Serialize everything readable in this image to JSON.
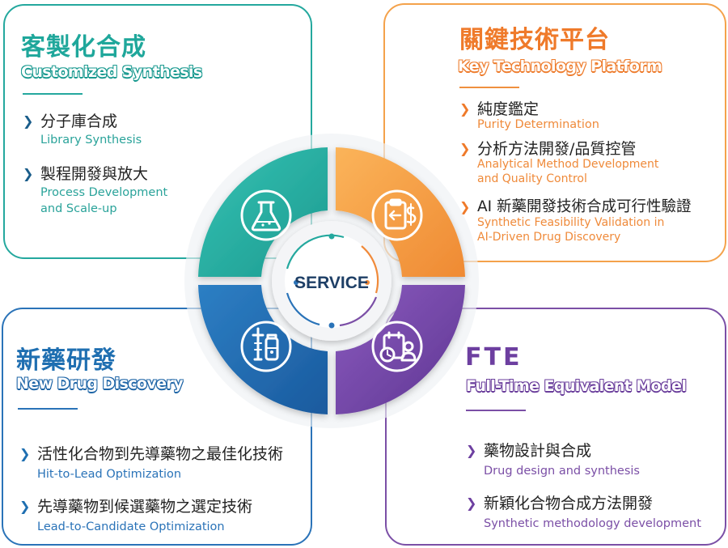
{
  "cards": {
    "customized": {
      "title_zh": "客製化合成",
      "title_en": "Customized Synthesis",
      "items": [
        {
          "zh": "分子庫合成",
          "en": "Library Synthesis"
        },
        {
          "zh": "製程開發與放大",
          "en": "Process Development\nand Scale-up"
        }
      ]
    },
    "platform": {
      "title_zh": "關鍵技術平台",
      "title_en": "Key Technology Platform",
      "items": [
        {
          "zh": "純度鑑定",
          "en": "Purity Determination"
        },
        {
          "zh": "分析方法開發/品質控管",
          "en": "Analytical Method Development\nand Quality Control"
        },
        {
          "zh": "AI 新藥開發技術合成可行性驗證",
          "en": "Synthetic Feasibility Validation in\nAI-Driven Drug Discovery"
        }
      ]
    },
    "discovery": {
      "title_zh": "新藥研發",
      "title_en": "New Drug Discovery",
      "items": [
        {
          "zh": "活性化合物到先導藥物之最佳化技術",
          "en": "Hit-to-Lead Optimization"
        },
        {
          "zh": "先導藥物到候選藥物之選定技術",
          "en": "Lead-to-Candidate Optimization"
        }
      ]
    },
    "fte": {
      "title_zh": "FTE",
      "title_en": "Full-Time Equivalent Model",
      "items": [
        {
          "zh": "藥物設計與合成",
          "en": "Drug design and synthesis"
        },
        {
          "zh": "新穎化合物合成方法開發",
          "en": "Synthetic methodology development"
        }
      ]
    }
  },
  "hub": {
    "label": "SERVICE"
  },
  "icons": {
    "customized": "flask-icon",
    "platform": "clipboard-dollar-icon",
    "discovery": "vials-icon",
    "fte": "schedule-person-icon",
    "bullet": "chevron-right-icon"
  },
  "colors": {
    "teal": "#24a89e",
    "orange": "#f4a24b",
    "blue": "#2a73b8",
    "purple": "#7b4fa6"
  }
}
